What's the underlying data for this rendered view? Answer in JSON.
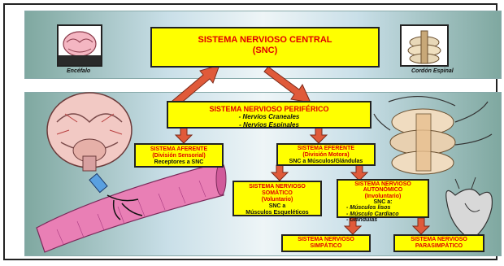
{
  "cns": {
    "line1": "SISTEMA NERVIOSO CENTRAL",
    "line2": "(SNC)"
  },
  "brain_caption": "Encéfalo",
  "spine_caption": "Cordón Espinal",
  "pns": {
    "title": "SISTEMA NERVIOSO PERIFÉRICO",
    "item1": "- Nervios Craneales",
    "item2": "- Nervios Espinales"
  },
  "afferent": {
    "line1": "SISTEMA AFERENTE",
    "line2": "(División Sensorial)",
    "desc": "Receptores a SNC"
  },
  "efferent": {
    "line1": "SISTEMA EFERENTE",
    "line2": "(División Motora)",
    "desc": "SNC a Músculos/Glándulas"
  },
  "somatic": {
    "line1": "SISTEMA NERVIOSO",
    "line2": "SOMÁTICO",
    "line3": "(Voluntario)",
    "desc1": "SNC a",
    "desc2": "Músculos Esqueléticos"
  },
  "autonomic": {
    "line1": "SISTEMA NERVIOSO",
    "line2": "AUTONÓMICO",
    "line3": "(Involuntario)",
    "desc": "SNC a:",
    "item1": "- Músculos lisos",
    "item2": "- Músculo Cardiaco",
    "item3": "- Glándulas"
  },
  "sympathetic": {
    "line1": "SISTEMA NERVIOSO",
    "line2": "SIMPÁTICO"
  },
  "parasympathetic": {
    "line1": "SISTEMA NERVIOSO",
    "line2": "PARASIMPÁTICO"
  },
  "colors": {
    "box": "#ffff00",
    "title_text": "#e00000",
    "arrow": "#e05a3a"
  }
}
